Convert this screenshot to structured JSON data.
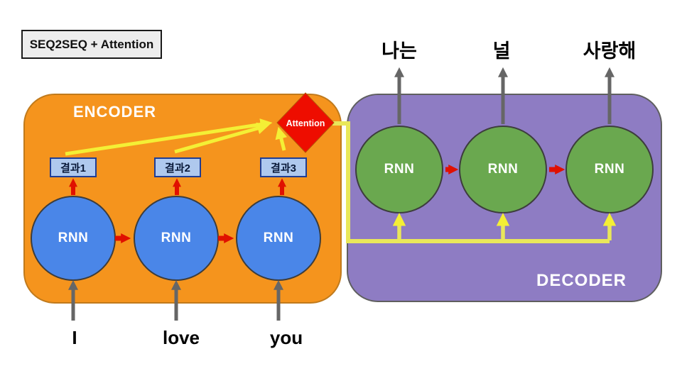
{
  "title": {
    "text": "SEQ2SEQ + Attention"
  },
  "encoder": {
    "label": "ENCODER",
    "rnn_label": "RNN",
    "inputs": [
      "I",
      "love",
      "you"
    ],
    "result_boxes": [
      "결과1",
      "결과2",
      "결과3"
    ]
  },
  "decoder": {
    "label": "DECODER",
    "rnn_label": "RNN",
    "outputs": [
      "나는",
      "널",
      "사랑해"
    ]
  },
  "attention": {
    "label": "Attention"
  },
  "colors": {
    "encoder_fill": "#f5941d",
    "decoder_fill": "#8e7cc3",
    "encoder_rnn_fill": "#4a86e8",
    "decoder_rnn_fill": "#6aa84f",
    "attention_diamond_fill": "#ee0d00",
    "result_box_fill": "#afc9ee",
    "result_box_border": "#1f3d94",
    "state_arrow_red": "#e01000",
    "io_arrow_gray": "#666666",
    "attention_arrow_yellow": "#f4ef35",
    "context_line_yellow": "#e9e75a",
    "title_box_fill": "#ededed"
  }
}
